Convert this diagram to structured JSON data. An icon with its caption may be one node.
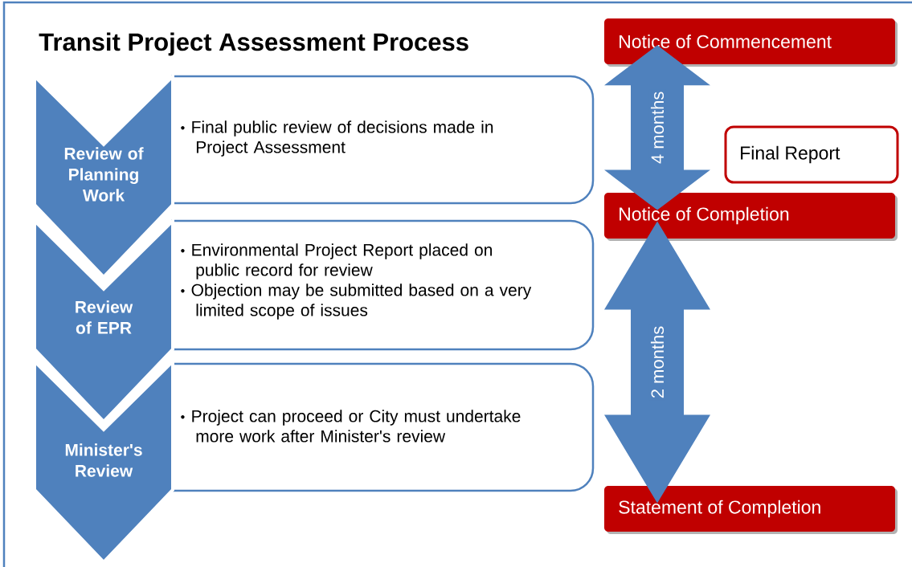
{
  "diagram": {
    "title": "Transit Project Assessment Process",
    "nodes": [
      {
        "text": [
          "Review of Planning Work"
        ]
      },
      {
        "text": [
          "Final public review of decisions made in Project Assessment"
        ]
      },
      {
        "text": [
          "Review of EPR"
        ]
      },
      {
        "text": [
          "Environmental Project Report placed on public record for review",
          "Objection may be submitted based on a very limited scope of issues"
        ]
      },
      {
        "text": [
          "Minister's Review"
        ]
      },
      {
        "text": [
          "Project can proceed or City must undertake more work after Minister's review"
        ]
      },
      {
        "text": [
          "Notice of Commencement"
        ]
      },
      {
        "text": [
          "Final Report"
        ]
      },
      {
        "text": [
          "Notice of Completion"
        ]
      },
      {
        "text": [
          "Statement of Completion"
        ]
      }
    ],
    "edges": [
      {
        "from": 6,
        "to": 8,
        "arrow": "both",
        "label": "4 months"
      },
      {
        "from": 8,
        "to": 9,
        "arrow": "both",
        "label": "2 months"
      }
    ]
  }
}
